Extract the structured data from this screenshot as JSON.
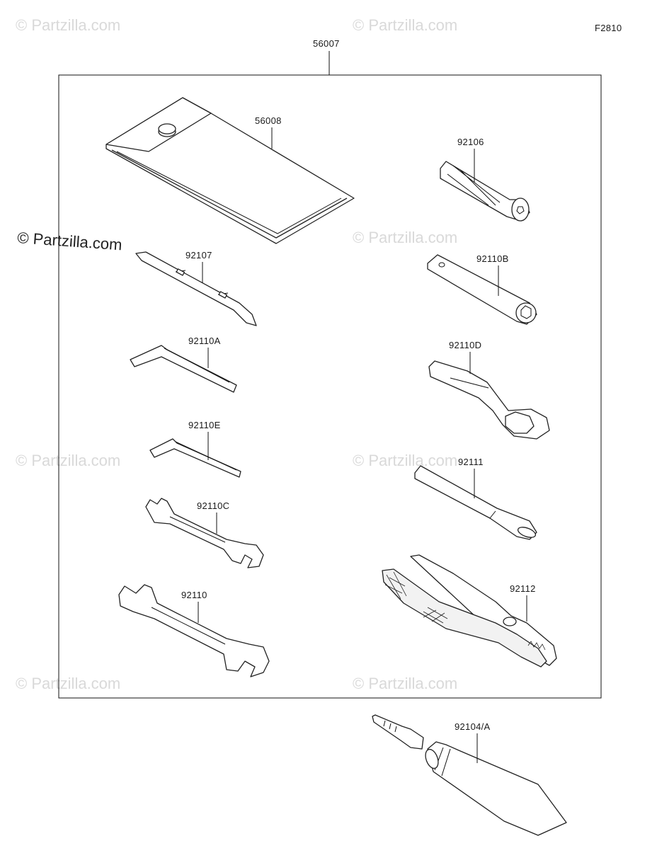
{
  "figure_code": "F2810",
  "watermark": "© Partzilla.com",
  "labels": {
    "kit": "56007",
    "pouch": "56008",
    "plug_tool": "92106",
    "screwdriver": "92107",
    "box_wrench_b": "92110B",
    "hex_key_a": "92110A",
    "ring_wrench_d": "92110D",
    "hex_key_e": "92110E",
    "handle_bar": "92111",
    "wrench_c": "92110C",
    "pliers": "92112",
    "wrench": "92110",
    "grease_tube": "92104/A"
  }
}
